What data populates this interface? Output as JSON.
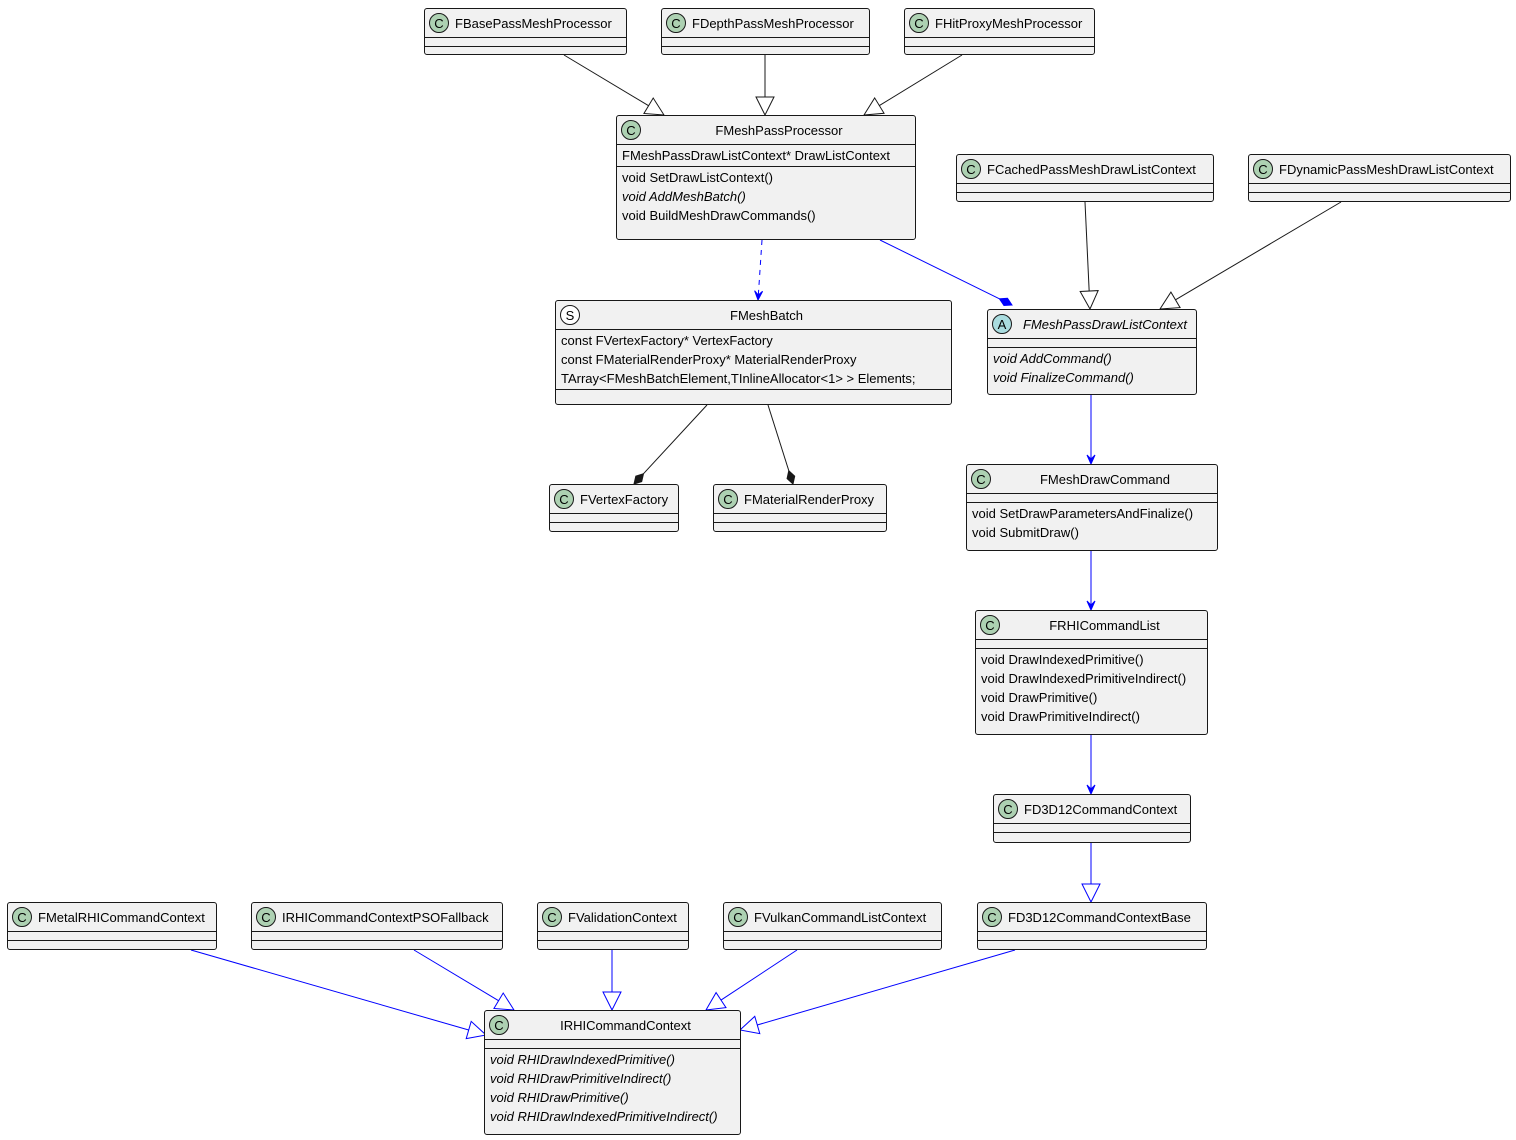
{
  "diagram": {
    "classes": [
      {
        "id": "FBasePassMeshProcessor",
        "stereotype": "C",
        "kind": "class",
        "name": "FBasePassMeshProcessor",
        "attributes": [],
        "methods": []
      },
      {
        "id": "FDepthPassMeshProcessor",
        "stereotype": "C",
        "kind": "class",
        "name": "FDepthPassMeshProcessor",
        "attributes": [],
        "methods": []
      },
      {
        "id": "FHitProxyMeshProcessor",
        "stereotype": "C",
        "kind": "class",
        "name": "FHitProxyMeshProcessor",
        "attributes": [],
        "methods": []
      },
      {
        "id": "FMeshPassProcessor",
        "stereotype": "C",
        "kind": "class",
        "name": "FMeshPassProcessor",
        "attributes": [
          {
            "text": "FMeshPassDrawListContext* DrawListContext",
            "italic": false
          }
        ],
        "methods": [
          {
            "text": "void SetDrawListContext()",
            "italic": false
          },
          {
            "text": "void AddMeshBatch()",
            "italic": true
          },
          {
            "text": "void BuildMeshDrawCommands()",
            "italic": false
          }
        ]
      },
      {
        "id": "FCachedPassMeshDrawListContext",
        "stereotype": "C",
        "kind": "class",
        "name": "FCachedPassMeshDrawListContext",
        "attributes": [],
        "methods": []
      },
      {
        "id": "FDynamicPassMeshDrawListContext",
        "stereotype": "C",
        "kind": "class",
        "name": "FDynamicPassMeshDrawListContext",
        "attributes": [],
        "methods": []
      },
      {
        "id": "FMeshBatch",
        "stereotype": "S",
        "kind": "struct",
        "name": "FMeshBatch",
        "attributes": [
          {
            "text": "const FVertexFactory* VertexFactory",
            "italic": false
          },
          {
            "text": "const FMaterialRenderProxy* MaterialRenderProxy",
            "italic": false
          },
          {
            "text": "TArray<FMeshBatchElement,TInlineAllocator<1> > Elements;",
            "italic": false
          }
        ],
        "methods": []
      },
      {
        "id": "FMeshPassDrawListContext",
        "stereotype": "A",
        "kind": "abstract",
        "name": "FMeshPassDrawListContext",
        "attributes": [],
        "methods": [
          {
            "text": "void AddCommand()",
            "italic": true
          },
          {
            "text": "void FinalizeCommand()",
            "italic": true
          }
        ]
      },
      {
        "id": "FVertexFactory",
        "stereotype": "C",
        "kind": "class",
        "name": "FVertexFactory",
        "attributes": [],
        "methods": []
      },
      {
        "id": "FMaterialRenderProxy",
        "stereotype": "C",
        "kind": "class",
        "name": "FMaterialRenderProxy",
        "attributes": [],
        "methods": []
      },
      {
        "id": "FMeshDrawCommand",
        "stereotype": "C",
        "kind": "class",
        "name": "FMeshDrawCommand",
        "attributes": [],
        "methods": [
          {
            "text": "void SetDrawParametersAndFinalize()",
            "italic": false
          },
          {
            "text": "void SubmitDraw()",
            "italic": false
          }
        ]
      },
      {
        "id": "FRHICommandList",
        "stereotype": "C",
        "kind": "class",
        "name": "FRHICommandList",
        "attributes": [],
        "methods": [
          {
            "text": "void DrawIndexedPrimitive()",
            "italic": false
          },
          {
            "text": "void DrawIndexedPrimitiveIndirect()",
            "italic": false
          },
          {
            "text": "void DrawPrimitive()",
            "italic": false
          },
          {
            "text": "void DrawPrimitiveIndirect()",
            "italic": false
          }
        ]
      },
      {
        "id": "FD3D12CommandContext",
        "stereotype": "C",
        "kind": "class",
        "name": "FD3D12CommandContext",
        "attributes": [],
        "methods": []
      },
      {
        "id": "FMetalRHICommandContext",
        "stereotype": "C",
        "kind": "class",
        "name": "FMetalRHICommandContext",
        "attributes": [],
        "methods": []
      },
      {
        "id": "IRHICommandContextPSOFallback",
        "stereotype": "C",
        "kind": "class",
        "name": "IRHICommandContextPSOFallback",
        "attributes": [],
        "methods": []
      },
      {
        "id": "FValidationContext",
        "stereotype": "C",
        "kind": "class",
        "name": "FValidationContext",
        "attributes": [],
        "methods": []
      },
      {
        "id": "FVulkanCommandListContext",
        "stereotype": "C",
        "kind": "class",
        "name": "FVulkanCommandListContext",
        "attributes": [],
        "methods": []
      },
      {
        "id": "FD3D12CommandContextBase",
        "stereotype": "C",
        "kind": "class",
        "name": "FD3D12CommandContextBase",
        "attributes": [],
        "methods": []
      },
      {
        "id": "IRHICommandContext",
        "stereotype": "C",
        "kind": "class",
        "name": "IRHICommandContext",
        "attributes": [],
        "methods": [
          {
            "text": "void RHIDrawIndexedPrimitive()",
            "italic": true
          },
          {
            "text": "void RHIDrawPrimitiveIndirect()",
            "italic": true
          },
          {
            "text": "void RHIDrawPrimitive()",
            "italic": true
          },
          {
            "text": "void RHIDrawIndexedPrimitiveIndirect()",
            "italic": true
          }
        ]
      }
    ],
    "relations": [
      {
        "from": "FBasePassMeshProcessor",
        "to": "FMeshPassProcessor",
        "type": "inheritance",
        "color": "#181818",
        "dashed": false
      },
      {
        "from": "FDepthPassMeshProcessor",
        "to": "FMeshPassProcessor",
        "type": "inheritance",
        "color": "#181818",
        "dashed": false
      },
      {
        "from": "FHitProxyMeshProcessor",
        "to": "FMeshPassProcessor",
        "type": "inheritance",
        "color": "#181818",
        "dashed": false
      },
      {
        "from": "FMeshPassProcessor",
        "to": "FMeshBatch",
        "type": "dependency",
        "color": "#0000ff",
        "dashed": true
      },
      {
        "from": "FMeshPassProcessor",
        "to": "FMeshPassDrawListContext",
        "type": "composition",
        "color": "#0000ff",
        "dashed": false
      },
      {
        "from": "FCachedPassMeshDrawListContext",
        "to": "FMeshPassDrawListContext",
        "type": "inheritance",
        "color": "#181818",
        "dashed": false
      },
      {
        "from": "FDynamicPassMeshDrawListContext",
        "to": "FMeshPassDrawListContext",
        "type": "inheritance",
        "color": "#181818",
        "dashed": false
      },
      {
        "from": "FMeshBatch",
        "to": "FVertexFactory",
        "type": "composition",
        "color": "#181818",
        "dashed": false
      },
      {
        "from": "FMeshBatch",
        "to": "FMaterialRenderProxy",
        "type": "composition",
        "color": "#181818",
        "dashed": false
      },
      {
        "from": "FMeshPassDrawListContext",
        "to": "FMeshDrawCommand",
        "type": "association",
        "color": "#0000ff",
        "dashed": false
      },
      {
        "from": "FMeshDrawCommand",
        "to": "FRHICommandList",
        "type": "association",
        "color": "#0000ff",
        "dashed": false
      },
      {
        "from": "FRHICommandList",
        "to": "FD3D12CommandContext",
        "type": "association",
        "color": "#0000ff",
        "dashed": false
      },
      {
        "from": "FD3D12CommandContext",
        "to": "FD3D12CommandContextBase",
        "type": "inheritance",
        "color": "#0000ff",
        "dashed": false
      },
      {
        "from": "FMetalRHICommandContext",
        "to": "IRHICommandContext",
        "type": "inheritance",
        "color": "#0000ff",
        "dashed": false
      },
      {
        "from": "IRHICommandContextPSOFallback",
        "to": "IRHICommandContext",
        "type": "inheritance",
        "color": "#0000ff",
        "dashed": false
      },
      {
        "from": "FValidationContext",
        "to": "IRHICommandContext",
        "type": "inheritance",
        "color": "#0000ff",
        "dashed": false
      },
      {
        "from": "FVulkanCommandListContext",
        "to": "IRHICommandContext",
        "type": "inheritance",
        "color": "#0000ff",
        "dashed": false
      },
      {
        "from": "FD3D12CommandContextBase",
        "to": "IRHICommandContext",
        "type": "inheritance",
        "color": "#0000ff",
        "dashed": false
      }
    ]
  }
}
